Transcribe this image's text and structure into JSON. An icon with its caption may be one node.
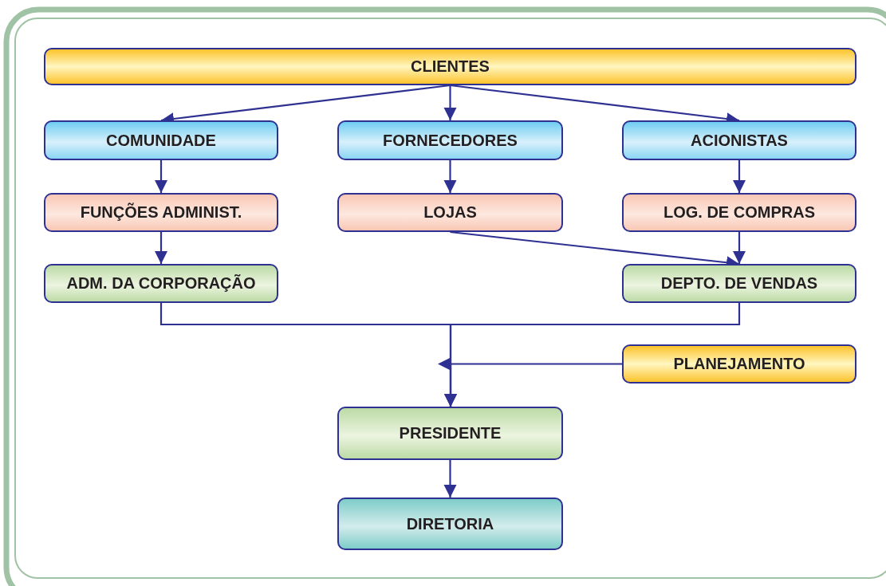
{
  "diagram": {
    "nodes": [
      {
        "text": [
          "CLIENTES"
        ]
      },
      {
        "text": [
          "COMUNIDADE"
        ]
      },
      {
        "text": [
          "FORNECEDORES"
        ]
      },
      {
        "text": [
          "ACIONISTAS"
        ]
      },
      {
        "text": [
          "FUNÇÕES ADMINIST."
        ]
      },
      {
        "text": [
          "LOJAS"
        ]
      },
      {
        "text": [
          "LOG. DE COMPRAS"
        ]
      },
      {
        "text": [
          "ADM. DA CORPORAÇÃO"
        ]
      },
      {
        "text": [
          "DEPTO. DE VENDAS"
        ]
      },
      {
        "text": [
          "PLANEJAMENTO"
        ]
      },
      {
        "text": [
          "PRESIDENTE"
        ]
      },
      {
        "text": [
          "DIRETORIA"
        ]
      }
    ],
    "edges": [
      {
        "from": 0,
        "to": 1,
        "arrow": "to"
      },
      {
        "from": 0,
        "to": 2,
        "arrow": "to"
      },
      {
        "from": 0,
        "to": 3,
        "arrow": "to"
      },
      {
        "from": 1,
        "to": 4,
        "arrow": "to"
      },
      {
        "from": 2,
        "to": 5,
        "arrow": "to"
      },
      {
        "from": 3,
        "to": 6,
        "arrow": "to"
      },
      {
        "from": 4,
        "to": 7,
        "arrow": "to"
      },
      {
        "from": 5,
        "to": 8,
        "arrow": "to"
      },
      {
        "from": 6,
        "to": 8,
        "arrow": "to"
      },
      {
        "from": 7,
        "to": 10,
        "arrow": "to"
      },
      {
        "from": 8,
        "to": 10,
        "arrow": "to"
      },
      {
        "from": 9,
        "to": 10,
        "arrow": "to"
      },
      {
        "from": 10,
        "to": 11,
        "arrow": "to"
      }
    ]
  }
}
